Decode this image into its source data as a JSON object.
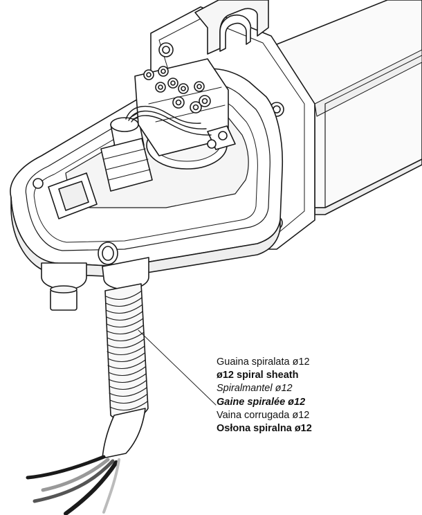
{
  "labels": {
    "it": "Guaina spiralata ø12",
    "en": "ø12 spiral sheath",
    "de": "Spiralmantel ø12",
    "fr": "Gaine spiralée ø12",
    "es": "Vaina corrugada ø12",
    "pl": "Osłona spiralna ø12"
  }
}
